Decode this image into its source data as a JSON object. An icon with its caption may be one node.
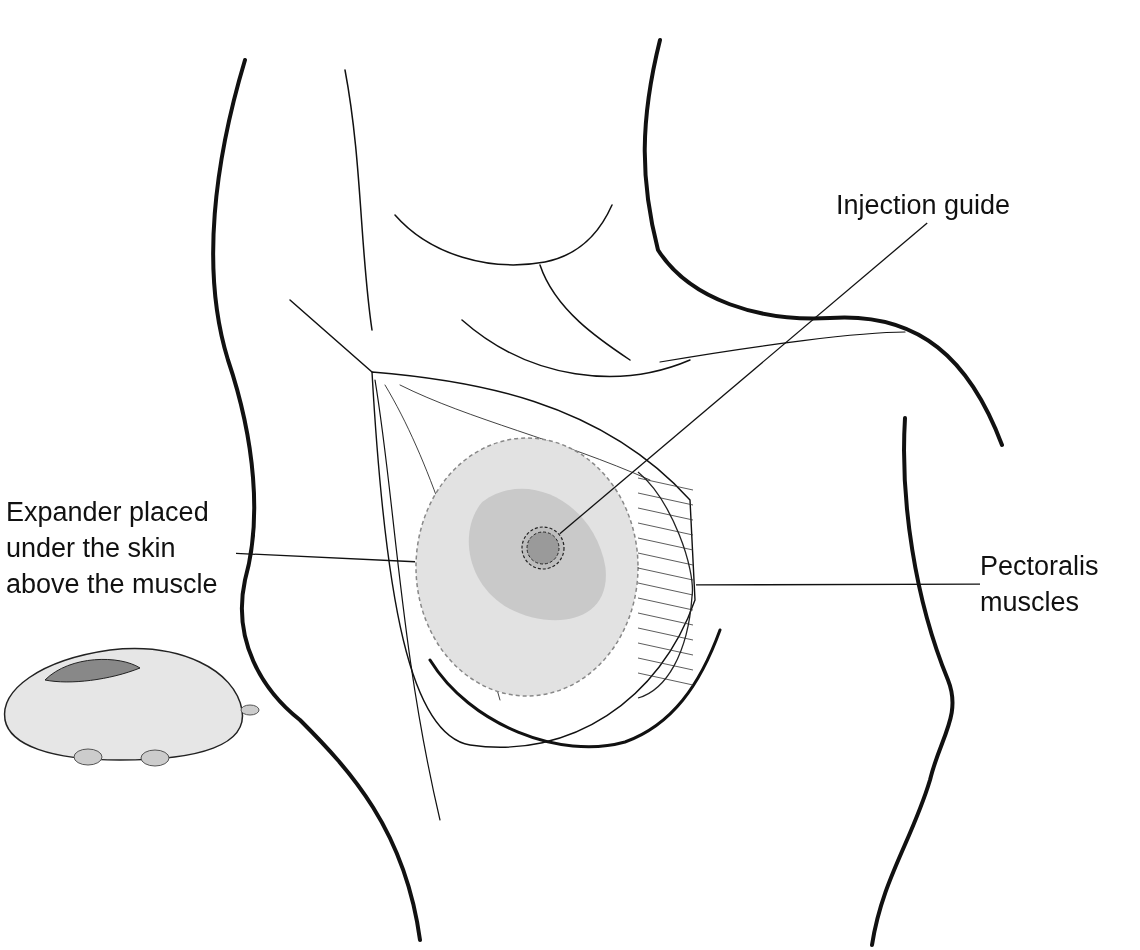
{
  "diagram": {
    "nodes": [
      {
        "text": [
          "Injection guide"
        ]
      },
      {
        "text": [
          "Expander placed under the skin above the muscle"
        ]
      },
      {
        "text": [],
        "shape": "ellipse"
      },
      {
        "text": [],
        "shape": "circle",
        "in": 2
      },
      {
        "text": [
          "Pectoralis muscles"
        ]
      },
      {
        "text": [],
        "shape": "picture"
      }
    ],
    "edges": [
      {
        "from": 0,
        "to": 3,
        "arrow": "none"
      },
      {
        "from": 1,
        "to": 2,
        "arrow": "none"
      },
      {
        "from": 4,
        "to": 5,
        "arrow": "none"
      }
    ]
  }
}
